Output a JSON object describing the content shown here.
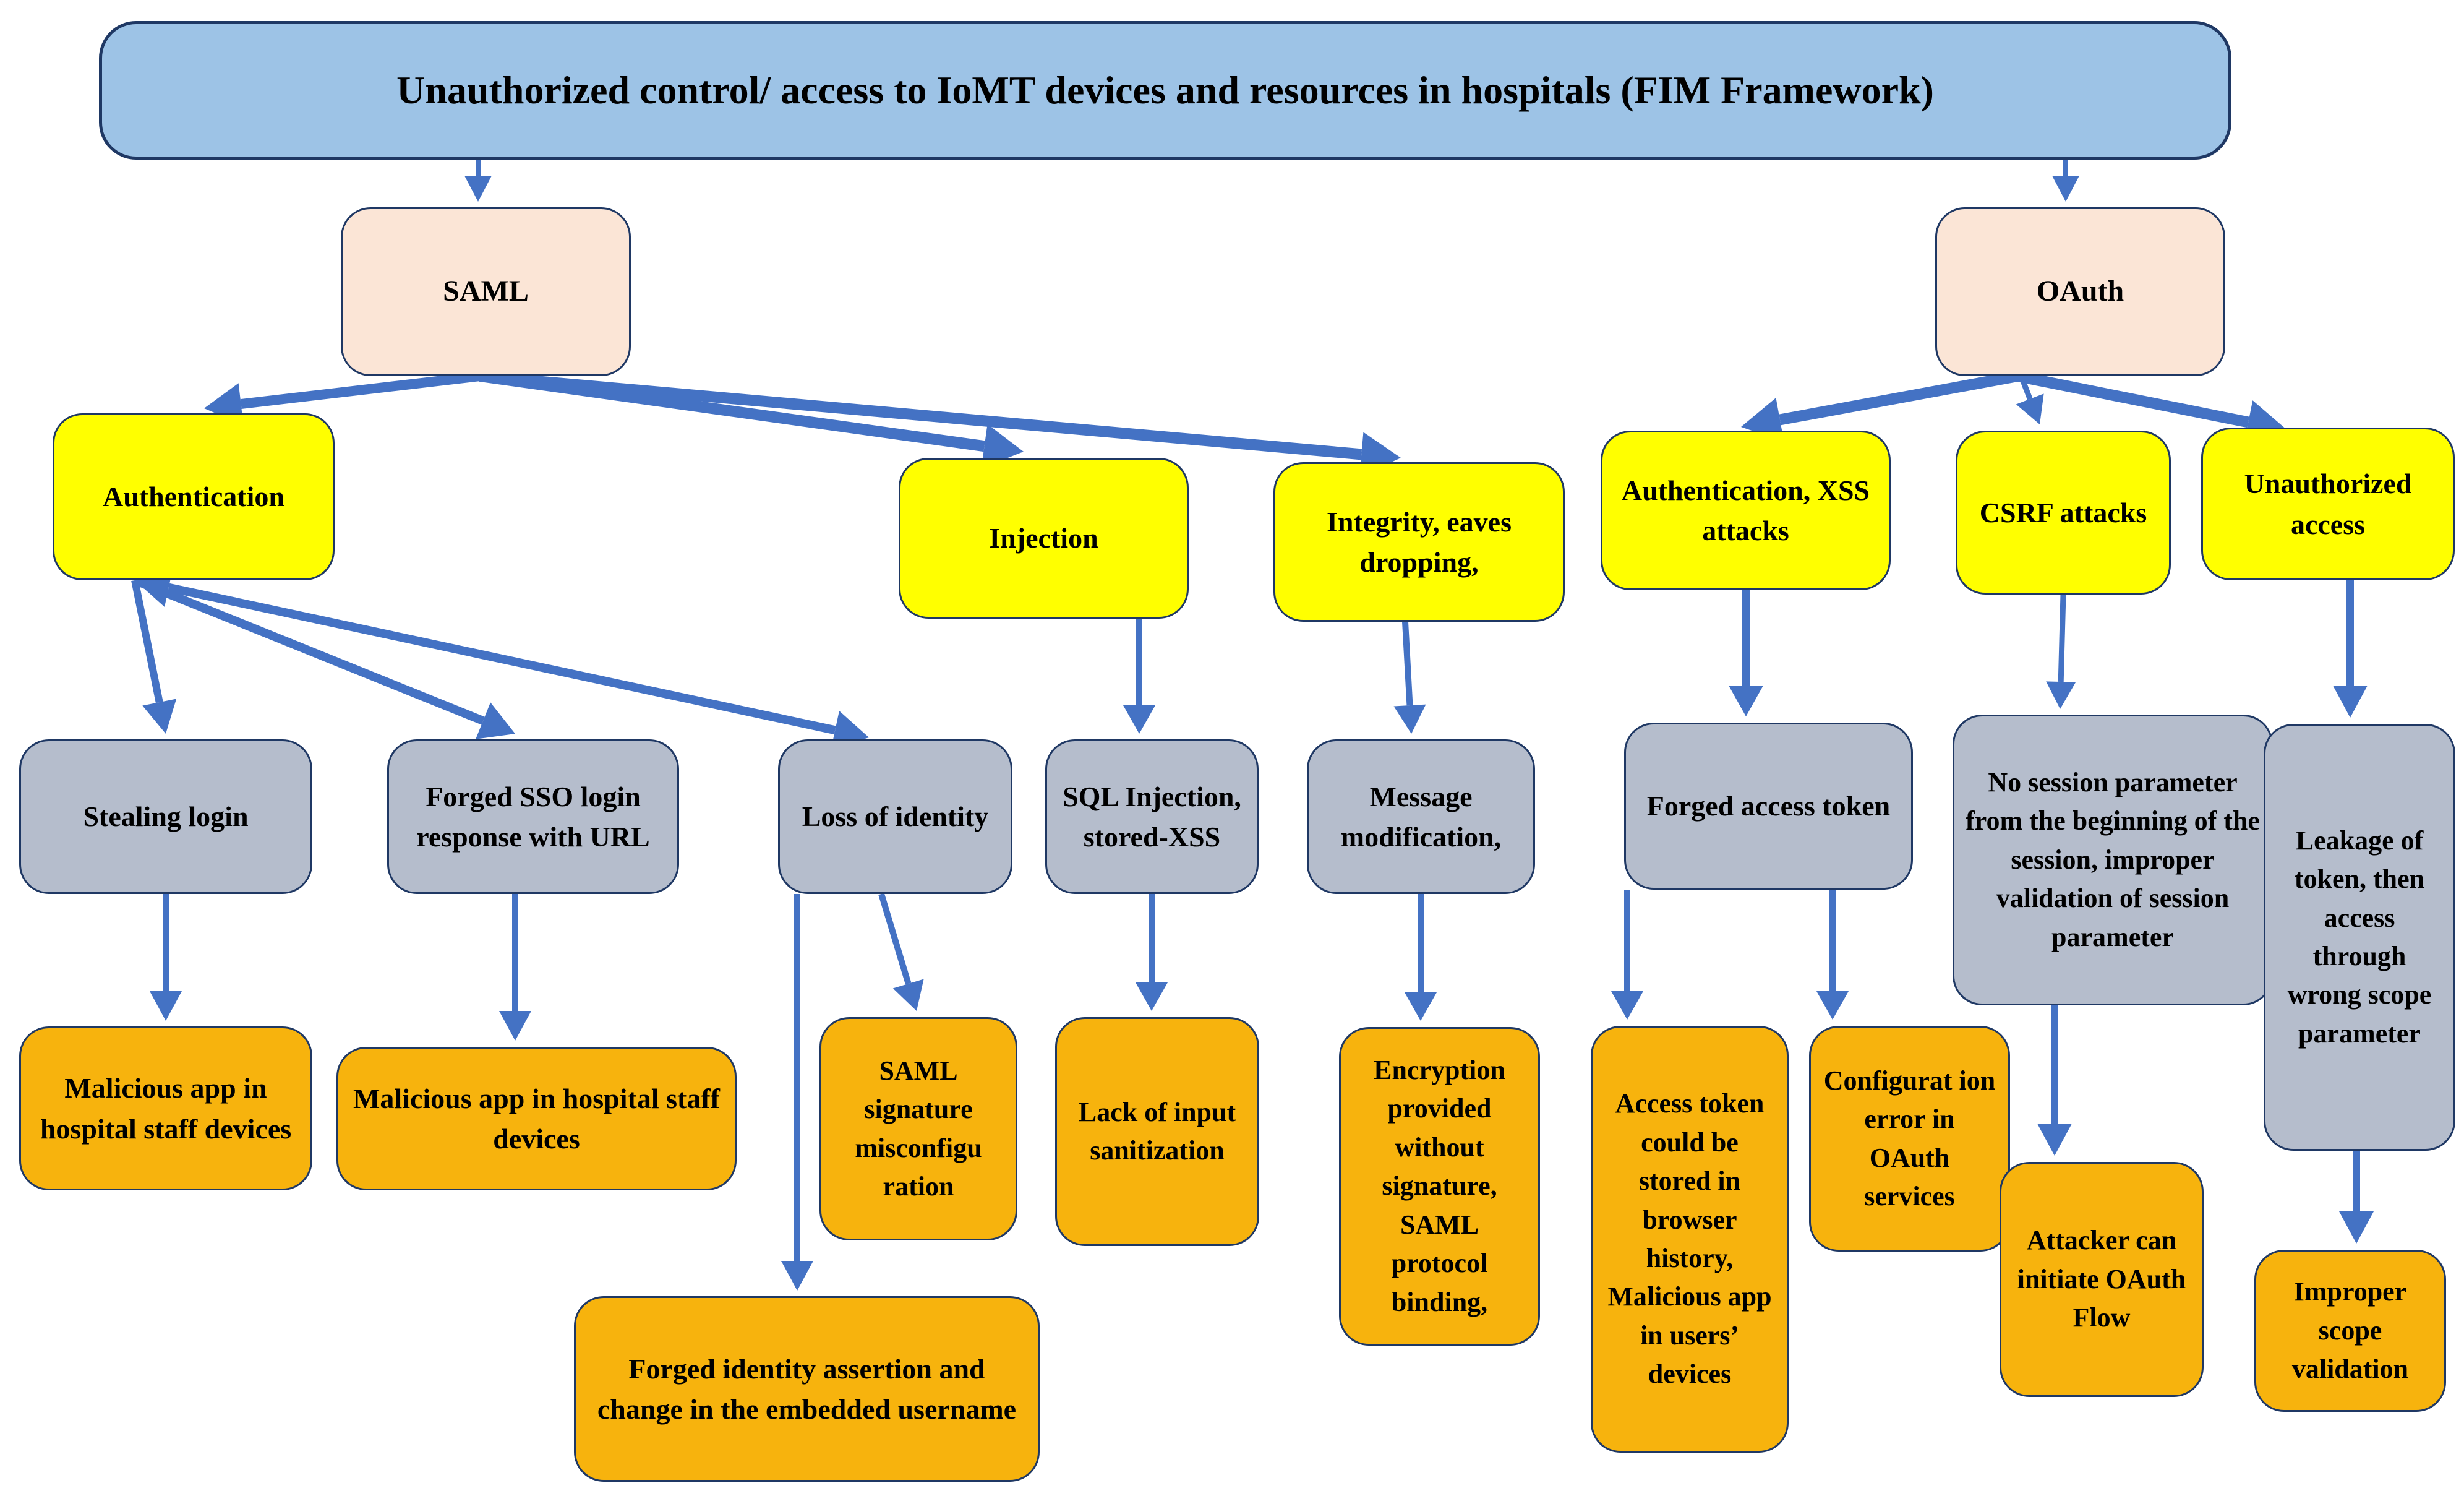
{
  "title": "Unauthorized control/ access to IoMT devices and resources in hospitals (FIM Framework)",
  "nodes": {
    "saml": "SAML",
    "oauth": "OAuth",
    "authentication": "Authentication",
    "injection": "Injection",
    "integrity_eavesdropping": "Integrity, eaves dropping,",
    "authentication_xss": "Authentication, XSS attacks",
    "csrf_attacks": "CSRF attacks",
    "unauthorized_access": "Unauthorized access",
    "stealing_login": "Stealing login",
    "forged_sso": "Forged SSO login response with URL",
    "loss_of_identity": "Loss of identity",
    "sql_injection": "SQL Injection, stored-XSS",
    "message_modification": "Message modification,",
    "forged_access_token": "Forged access token",
    "no_session_parameter": "No session parameter from the beginning of the session, improper validation of session parameter",
    "leakage_of_token": "Leakage of token, then access through wrong scope parameter",
    "malicious_app_staff_1": "Malicious app in hospital staff devices",
    "malicious_app_staff_2": "Malicious app in hospital staff devices",
    "saml_signature_misconfiguration": "SAML signature misconfigu ration",
    "lack_input_sanitization": "Lack of input sanitization",
    "encryption_without_signature": "Encryption provided without signature, SAML protocol binding,",
    "access_token_stored": "Access token could be stored in browser history, Malicious app in users’ devices",
    "configuration_error_oauth": "Configurat ion error in OAuth services",
    "attacker_initiate_oauth_flow": "Attacker can initiate OAuth Flow",
    "improper_scope_validation": "Improper scope validation",
    "forged_identity_assertion": "Forged identity assertion and change in the embedded username"
  },
  "colors": {
    "title_fill": "#9DC3E6",
    "protocol_fill": "#FBE5D6",
    "category_fill": "#FFFF00",
    "vector_fill": "#B5BDCC",
    "leaf_fill": "#F7B30D",
    "border": "#1F3864",
    "arrow": "#4472C4"
  }
}
